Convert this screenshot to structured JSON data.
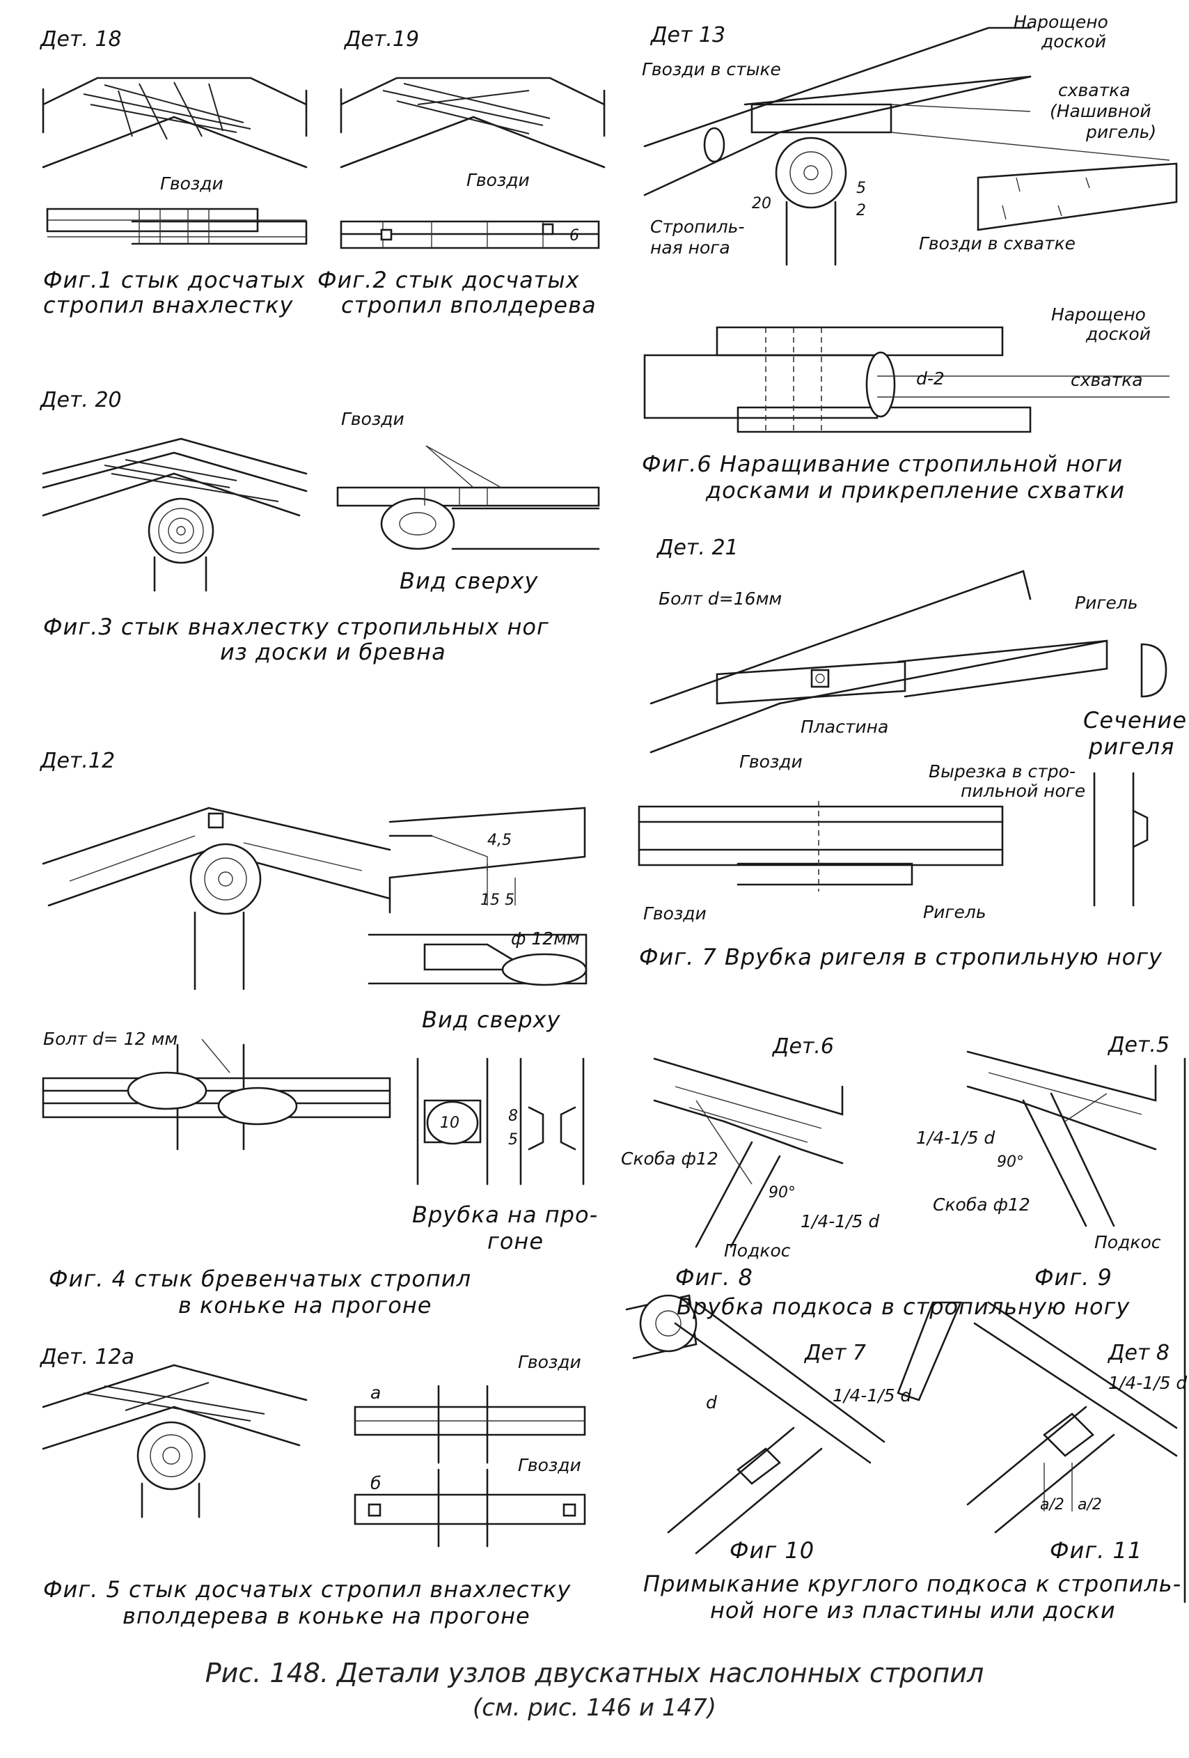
{
  "details": {
    "det18": "Дет. 18",
    "det19": "Дет.19",
    "det13": "Дет 13",
    "det20": "Дет. 20",
    "det21": "Дет. 21",
    "det12": "Дет.12",
    "det6": "Дет.6",
    "det5": "Дет.5",
    "det12a": "Дет. 12а",
    "det7": "Дет 7",
    "det8": "Дет 8"
  },
  "notes": {
    "gvozdi": "Гвозди",
    "gvozdi_v_styke": "Гвозди в стыке",
    "gvozdi_v_skhvatke": "Гвозди в схватке",
    "naroshcheno_1": "Нарощено",
    "naroshcheno_2": "доской",
    "skhvatka": "схватка",
    "skhvatka_nashivnoy_1": "(Нашивной",
    "skhvatka_nashivnoy_2": "ригель)",
    "stropilnaya_noga_1": "Стропиль-",
    "stropilnaya_noga_2": "ная нога",
    "vid_sverkhu": "Вид сверху",
    "bolt16": "Болт  d=16мм",
    "rigel": "Ригель",
    "plastina": "Пластина",
    "sechenie_1": "Сечение",
    "sechenie_2": "ригеля",
    "vyrezka_1": "Вырезка в стро-",
    "vyrezka_2": "пильной ноге",
    "bolt12": "Болт d= 12 мм",
    "phi12mm": "ф 12мм",
    "vrubka_1": "Врубка на про-",
    "vrubka_2": "гоне",
    "skoba": "Скоба ф12",
    "podkos": "Подкос",
    "deg90": "90°",
    "quarter": "1/4-1/5 d",
    "d2": "d-2",
    "d": "d",
    "a": "а",
    "b": "б",
    "dim20": "20",
    "dim5": "5",
    "dim2": "2",
    "dim10": "10",
    "dim8": "8",
    "dim6": "6",
    "dim15": "15 5",
    "dim45": "4,5",
    "a2": "a/2"
  },
  "captions": {
    "fig1_1": "Фиг.1 стык досчатых",
    "fig1_2": "стропил внахлестку",
    "fig2_1": "Фиг.2 стык досчатых",
    "fig2_2": "стропил вполдерева",
    "fig3_1": "Фиг.3  стык   внахлестку стропильных ног",
    "fig3_2": "из доски и бревна",
    "fig4_1": "Фиг. 4  стык бревенчатых стропил",
    "fig4_2": "в коньке на прогоне",
    "fig5_1": "Фиг. 5  стык досчатых стропил внахлестку",
    "fig5_2": "вполдерева  в  коньке  на  прогоне",
    "fig6_1": "Фиг.6  Наращивание стропильной ноги",
    "fig6_2": "досками и прикрепление  схватки",
    "fig7": "Фиг. 7 Врубка ригеля в стропильную ногу",
    "fig8": "Фиг. 8",
    "fig9": "Фиг. 9",
    "fig89": "Врубка подкоса в стропильную ногу",
    "fig10": "Фиг 10",
    "fig11": "Фиг. 11",
    "fig1011_1": "Примыкание круглого подкоса к стропиль-",
    "fig1011_2": "ной ноге из пластины или доски"
  },
  "figure_title": {
    "line1": "Рис. 148. Детали узлов двускатных наслонных стропил",
    "line2": "(см. рис. 146 и 147)"
  }
}
